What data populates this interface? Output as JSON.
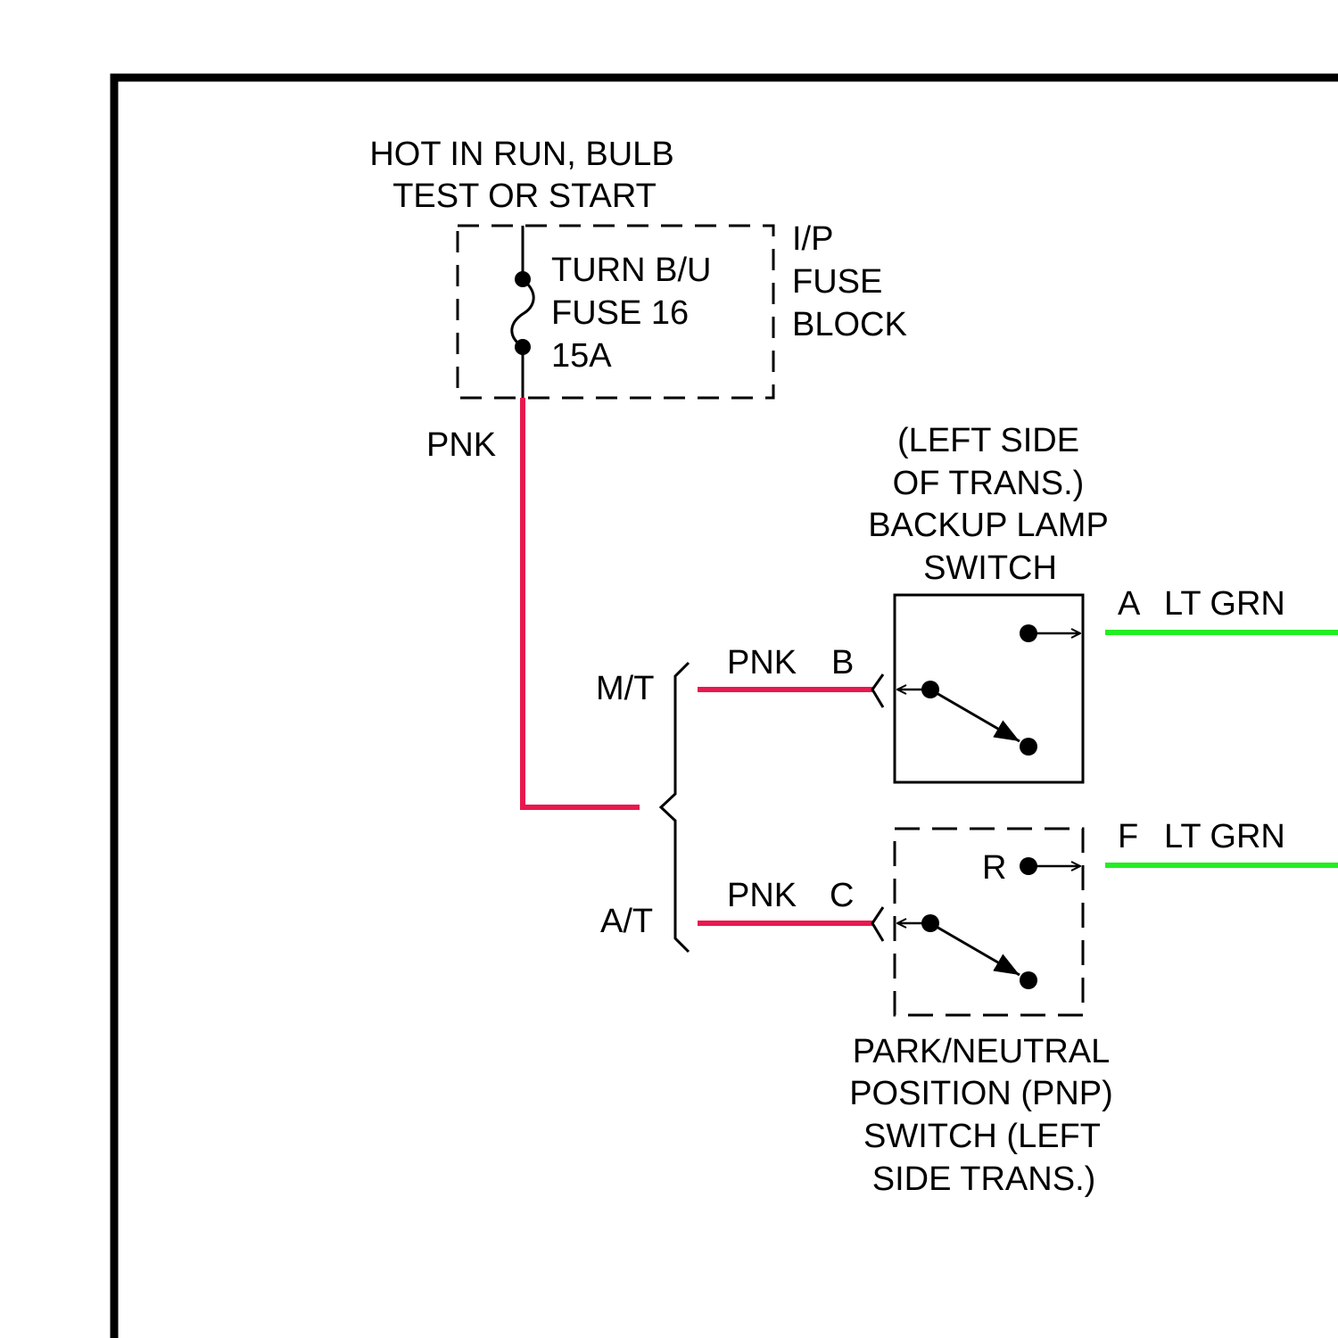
{
  "colors": {
    "pnk_wire": "#e8194f",
    "lt_grn_wire": "#22ee22",
    "line": "#000000",
    "background": "#ffffff"
  },
  "power_source": {
    "line1": "HOT IN RUN, BULB",
    "line2": "TEST OR START"
  },
  "fuse_block": {
    "name_line1": "I/P",
    "name_line2": "FUSE",
    "name_line3": "BLOCK",
    "fuse_line1": "TURN B/U",
    "fuse_line2": "FUSE 16",
    "fuse_line3": "15A"
  },
  "wires": {
    "main_color": "PNK",
    "mt_color": "PNK",
    "mt_connector": "B",
    "at_color": "PNK",
    "at_connector": "C",
    "backup_out_connector": "A",
    "backup_out_color": "LT GRN",
    "pnp_out_connector": "F",
    "pnp_out_color": "LT GRN"
  },
  "branches": {
    "mt_label": "M/T",
    "at_label": "A/T"
  },
  "backup_lamp_switch": {
    "line1": "(LEFT SIDE",
    "line2": "OF TRANS.)",
    "line3": "BACKUP LAMP",
    "line4": "SWITCH"
  },
  "pnp_switch": {
    "position_label": "R",
    "line1": "PARK/NEUTRAL",
    "line2": "POSITION (PNP)",
    "line3": "SWITCH (LEFT",
    "line4": "SIDE TRANS.)"
  }
}
